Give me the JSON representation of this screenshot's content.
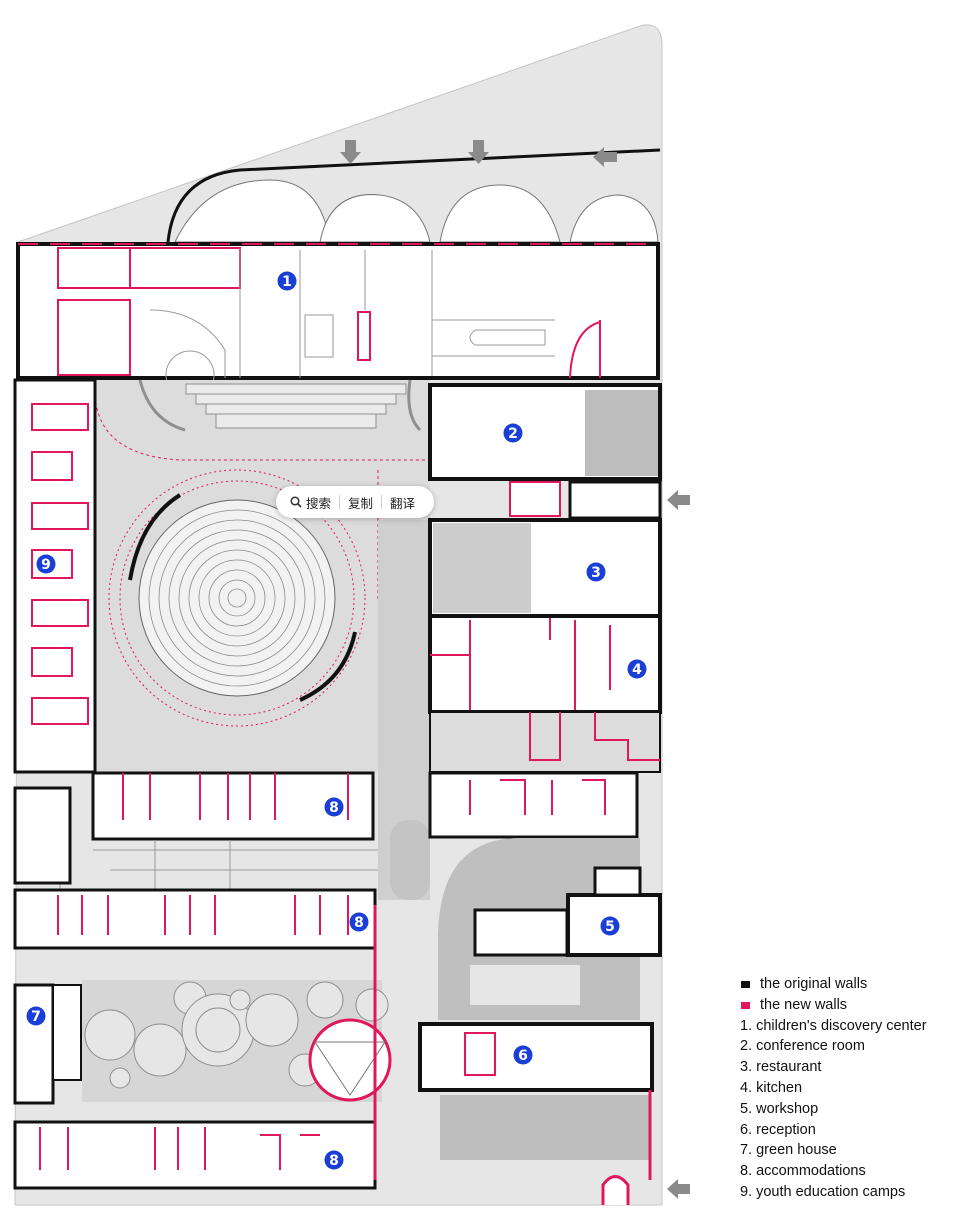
{
  "rooms": [
    {
      "id": "room-1",
      "number": "1"
    },
    {
      "id": "room-2",
      "number": "2"
    },
    {
      "id": "room-3",
      "number": "3"
    },
    {
      "id": "room-4",
      "number": "4"
    },
    {
      "id": "room-5",
      "number": "5"
    },
    {
      "id": "room-6",
      "number": "6"
    },
    {
      "id": "room-7",
      "number": "7"
    },
    {
      "id": "room-8a",
      "number": "8"
    },
    {
      "id": "room-8b",
      "number": "8"
    },
    {
      "id": "room-8c",
      "number": "8"
    },
    {
      "id": "room-9",
      "number": "9"
    }
  ],
  "legend": {
    "original_walls": "the original walls",
    "new_walls": "the new walls",
    "items": [
      "1. children's discovery center",
      "2. conference room",
      "3. restaurant",
      "4. kitchen",
      "5. workshop",
      "6. reception",
      "7. green house",
      "8. accommodations",
      "9. youth education camps"
    ]
  },
  "context_menu": {
    "search": "搜索",
    "copy": "复制",
    "translate": "翻译"
  },
  "colors": {
    "original_wall": "#111111",
    "new_wall": "#e0185a",
    "badge": "#1a3fd6",
    "site_fill": "#e6e6e6",
    "arrow": "#8a8a8a"
  }
}
